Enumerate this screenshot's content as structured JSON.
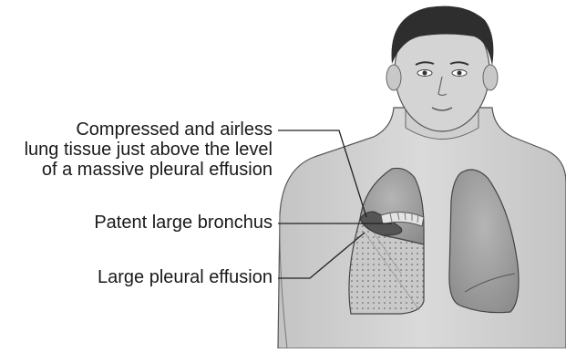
{
  "labels": {
    "compressed_line1": "Compressed and airless",
    "compressed_line2": "lung tissue just above the level",
    "compressed_line3": "of a massive pleural effusion",
    "bronchus": "Patent large bronchus",
    "effusion": "Large pleural effusion"
  },
  "colors": {
    "skin": "#d6d6d6",
    "skin_shadow": "#bdbdbd",
    "hair": "#2e2e2e",
    "lung": "#9a9a9a",
    "lung_light": "#b8b8b8",
    "effusion": "#c9c9c9",
    "leader_line": "#222222"
  }
}
